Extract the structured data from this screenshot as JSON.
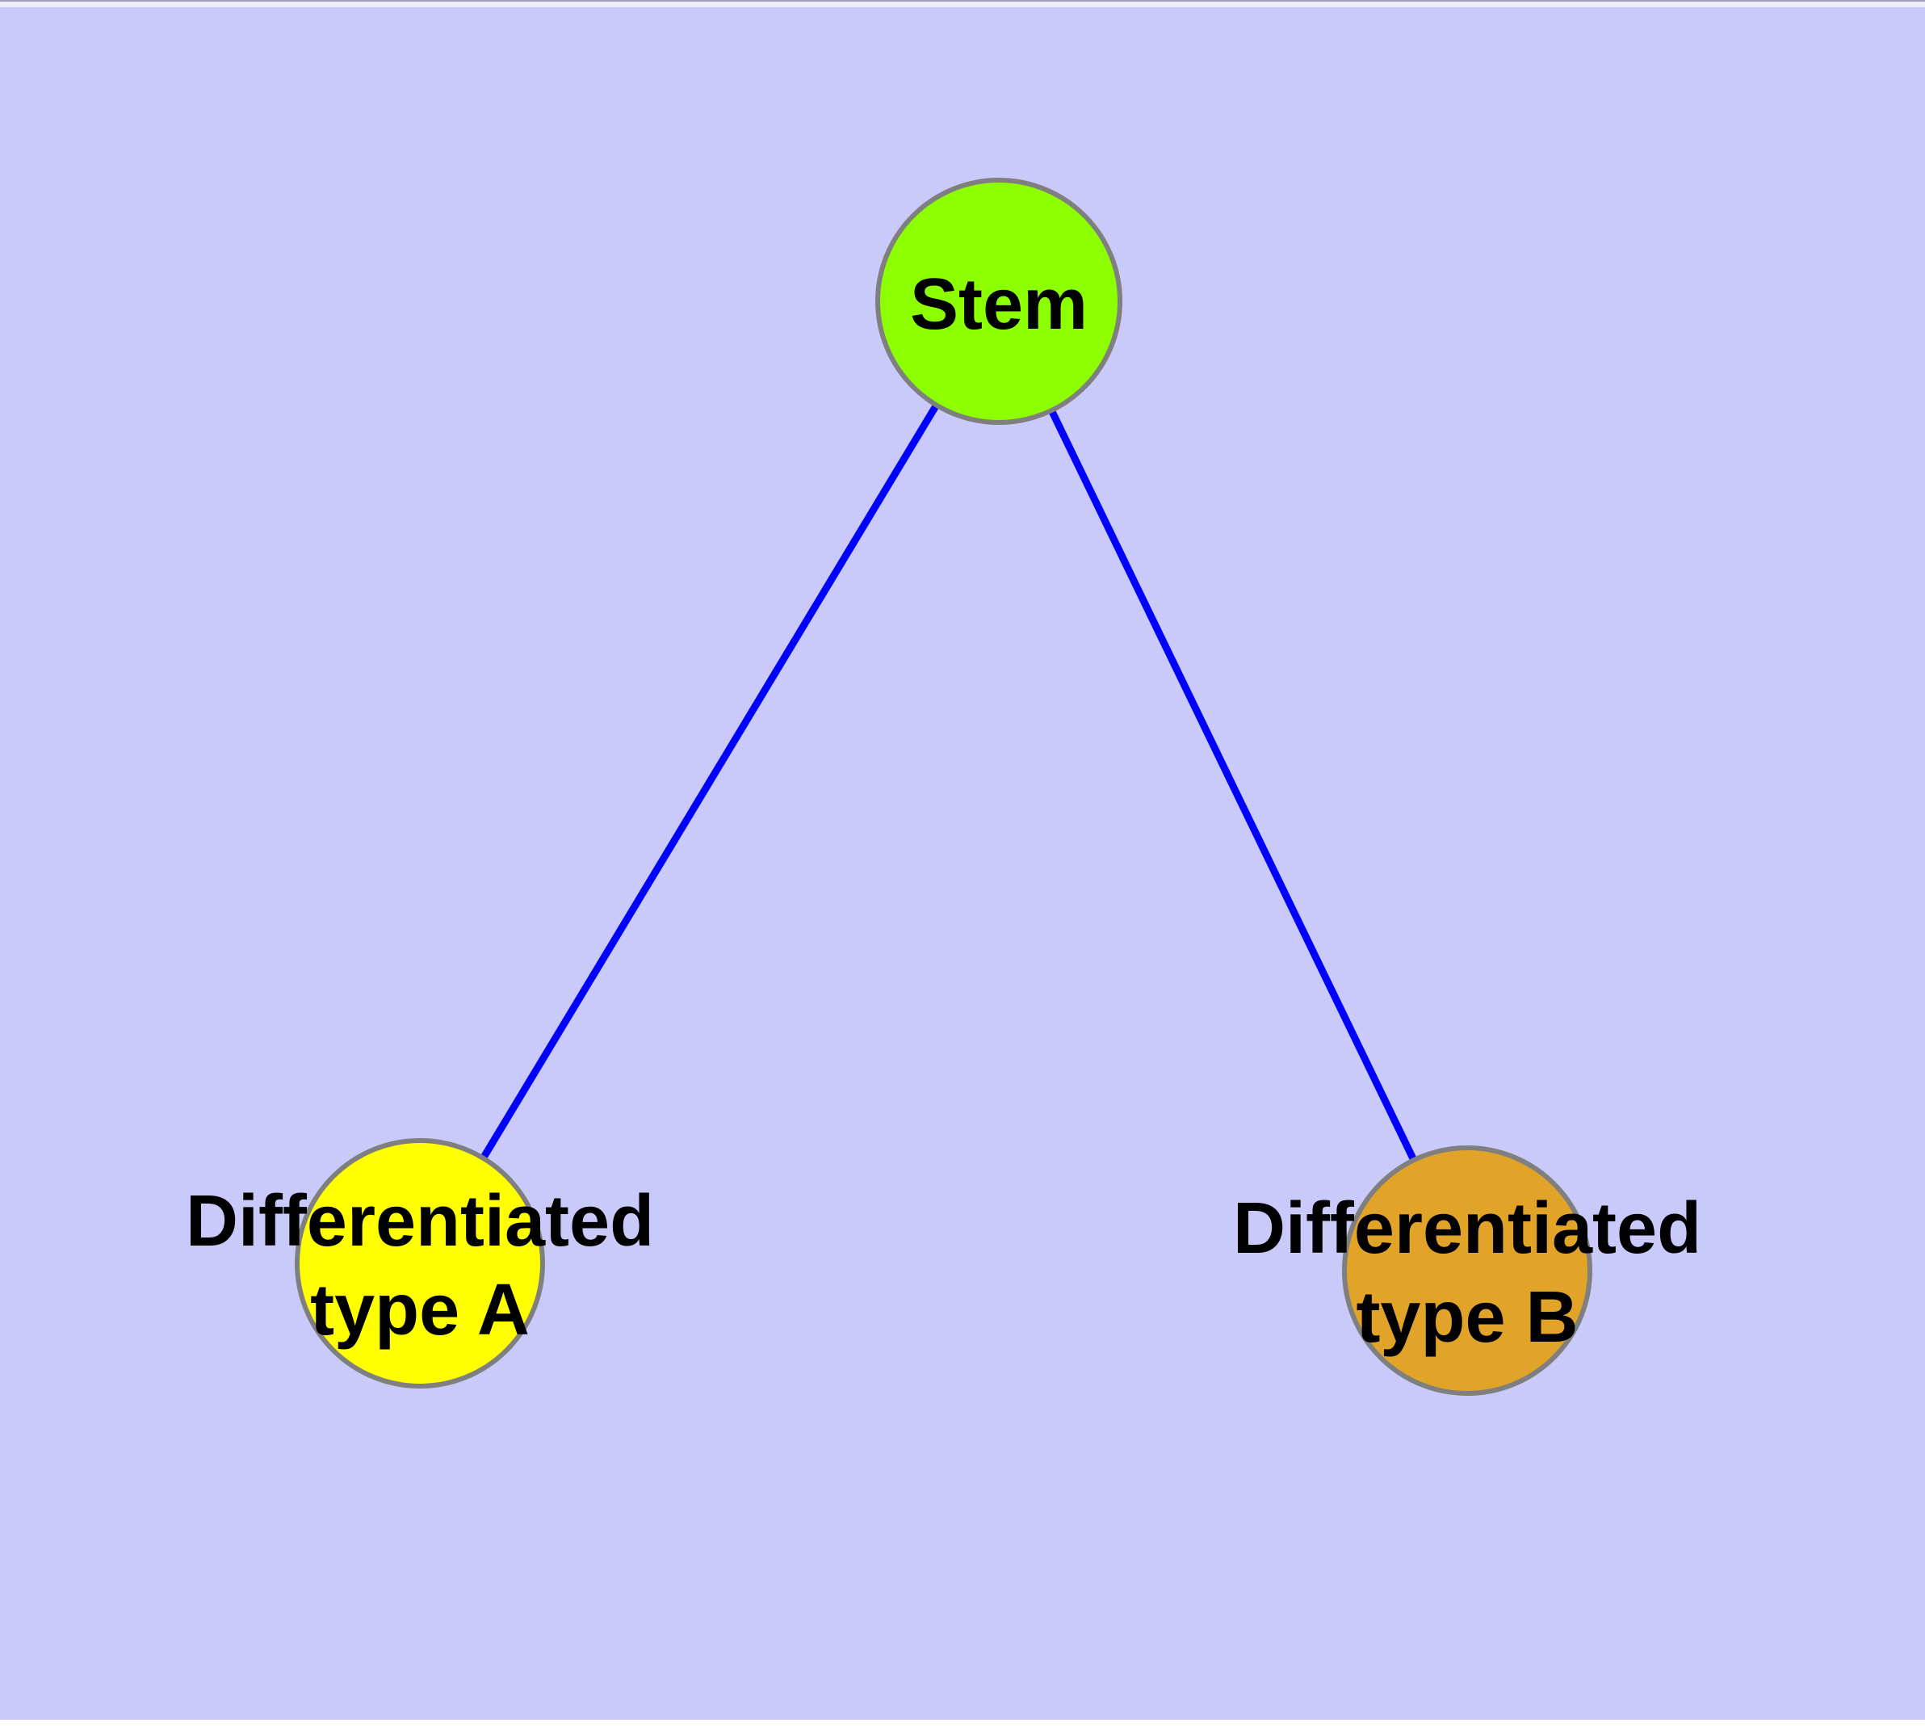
{
  "diagram": {
    "background_color": "#C9C9FA",
    "label_color": "#000000",
    "node_border_color": "#7F7F7F",
    "edge": {
      "color": "#0000FF"
    },
    "nodes": {
      "stem": {
        "label": "Stem",
        "fill": "#8CFF00"
      },
      "type_a": {
        "label_line1": "Differentiated",
        "label_line2": "type A",
        "fill": "#FFFF00"
      },
      "type_b": {
        "label_line1": "Differentiated",
        "label_line2": "type B",
        "fill": "#E2A329"
      }
    },
    "edges": [
      {
        "from": "Stem",
        "to": "Differentiated type A"
      },
      {
        "from": "Stem",
        "to": "Differentiated type B"
      }
    ]
  }
}
